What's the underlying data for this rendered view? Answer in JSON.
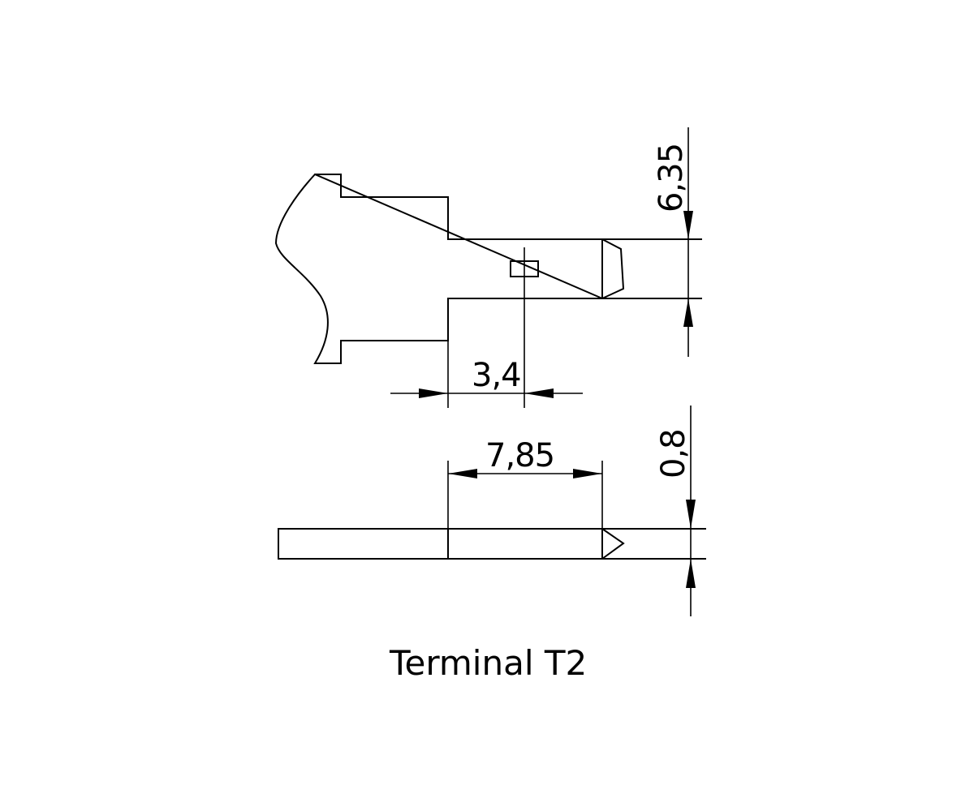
{
  "title": "Terminal T2",
  "dimensions": {
    "width": "6,35",
    "hole_position": "3,4",
    "blade_length": "7,85",
    "thickness": "0,8"
  }
}
